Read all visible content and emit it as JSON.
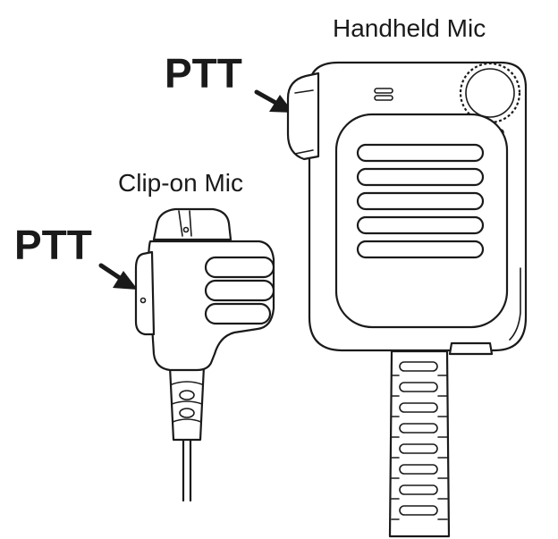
{
  "labels": {
    "handheld_mic": "Handheld Mic",
    "clip_on_mic": "Clip-on Mic",
    "ptt_handheld": "PTT",
    "ptt_clip": "PTT"
  },
  "colors": {
    "line": "#1a1a1a",
    "background": "#ffffff"
  },
  "icons": {
    "handheld_arrow": "arrow-right-down",
    "clip_arrow": "arrow-right-down"
  }
}
